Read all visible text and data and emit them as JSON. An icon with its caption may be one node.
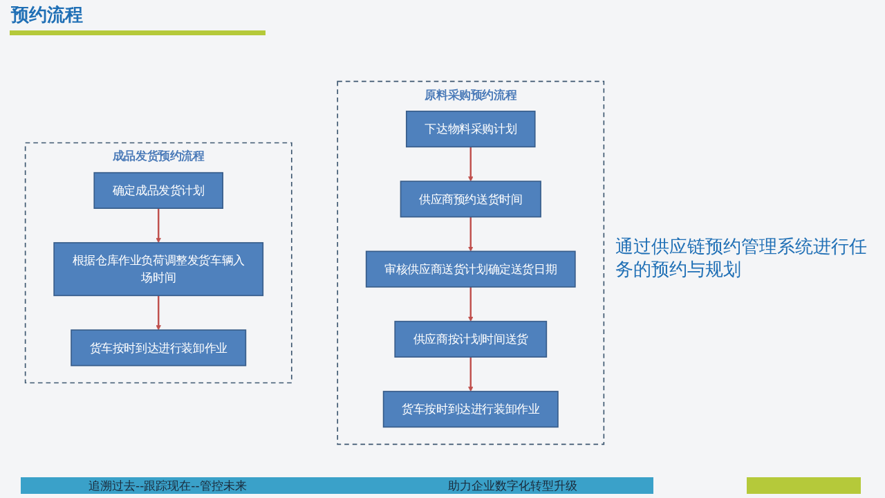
{
  "diagram": {
    "title": "预约流程",
    "nodes": [
      {
        "text": [
          "原料采购预约流程"
        ]
      },
      {
        "text": [
          "下达物料采购计划"
        ],
        "in": 0
      },
      {
        "text": [
          "供应商预约送货时间"
        ],
        "in": 0
      },
      {
        "text": [
          "审核供应商送货计划确定送货日期"
        ],
        "in": 0
      },
      {
        "text": [
          "供应商按计划时间送货"
        ],
        "in": 0
      },
      {
        "text": [
          "货车按时到达进行装卸作业"
        ],
        "in": 0
      },
      {
        "text": [
          "成品发货预约流程"
        ]
      },
      {
        "text": [
          "确定成品发货计划"
        ],
        "in": 6
      },
      {
        "text": [
          "根据仓库作业负荷调整发货车辆入场时间"
        ],
        "in": 6
      },
      {
        "text": [
          "货车按时到达进行装卸作业"
        ],
        "in": 6
      }
    ],
    "edges": [
      {
        "from": 1,
        "to": 2,
        "arrow": "to"
      },
      {
        "from": 2,
        "to": 3,
        "arrow": "to"
      },
      {
        "from": 3,
        "to": 4,
        "arrow": "to"
      },
      {
        "from": 4,
        "to": 5,
        "arrow": "to"
      },
      {
        "from": 7,
        "to": 8,
        "arrow": "to"
      },
      {
        "from": 8,
        "to": 9,
        "arrow": "to"
      }
    ],
    "labels": [
      "通过供应链预约管理系统进行任务的预约与规划",
      "追溯过去--跟踪现在--管控未来",
      "助力企业数字化转型升级"
    ]
  }
}
